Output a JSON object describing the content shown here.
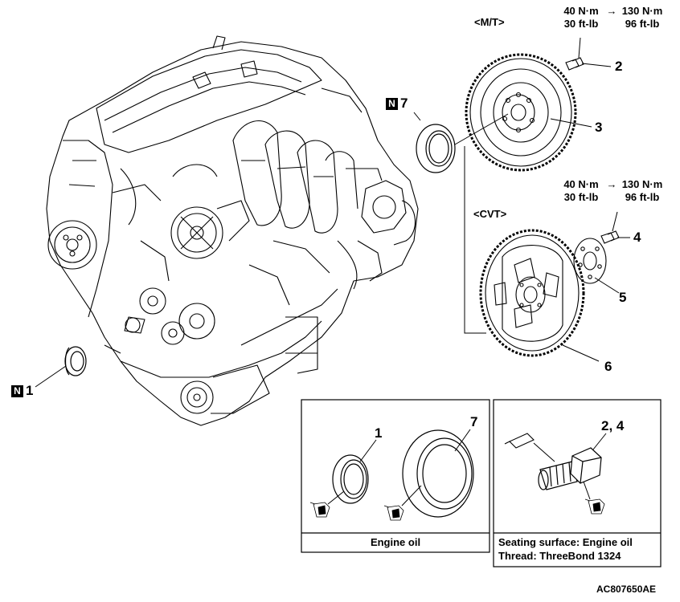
{
  "labels": {
    "mt": "<M/T>",
    "cvt": "<CVT>",
    "n_mark": "N",
    "part_1": "1",
    "part_2": "2",
    "part_3": "3",
    "part_4": "4",
    "part_5": "5",
    "part_6": "6",
    "part_7": "7",
    "detail_1": "1",
    "detail_7": "7",
    "detail_24": "2, 4"
  },
  "torque_mt": {
    "initial_nm": "40 N·m",
    "initial_ftlb": "30 ft-lb",
    "final_nm": "130 N·m",
    "final_ftlb": "96 ft-lb",
    "arrow": "→"
  },
  "torque_cvt": {
    "initial_nm": "40 N·m",
    "initial_ftlb": "30 ft-lb",
    "final_nm": "130 N·m",
    "final_ftlb": "96 ft-lb",
    "arrow": "→"
  },
  "detail_boxes": {
    "left_caption": "Engine oil",
    "right_caption_line1": "Seating surface: Engine oil",
    "right_caption_line2": "Thread: ThreeBond 1324"
  },
  "figure_code": "AC807650AE"
}
